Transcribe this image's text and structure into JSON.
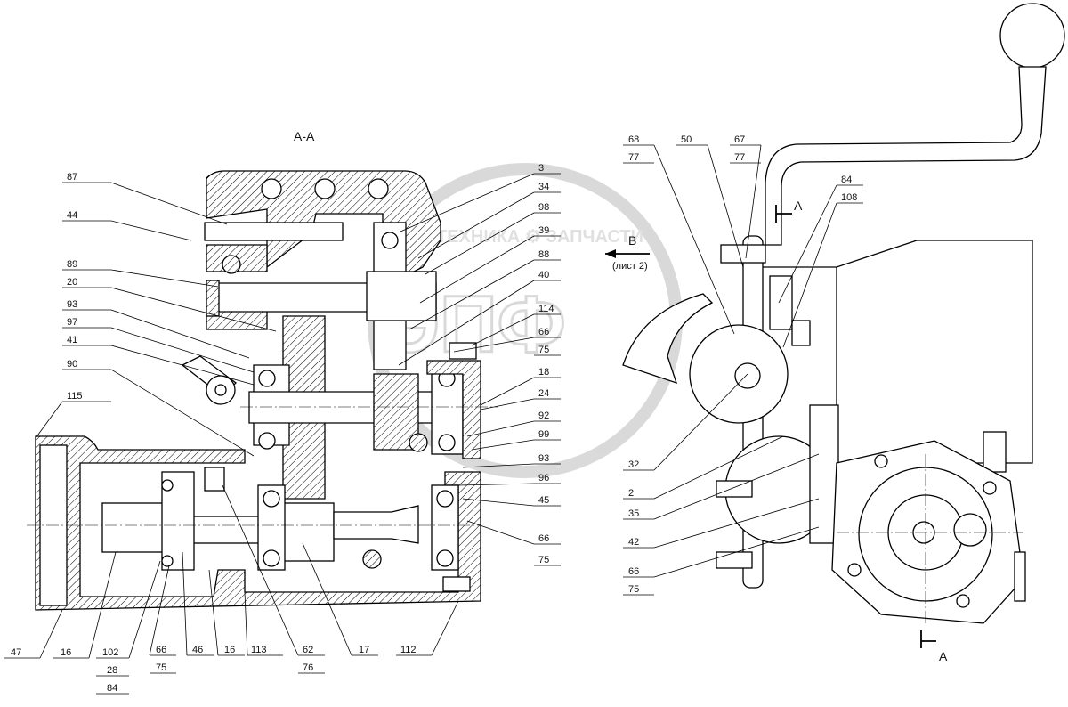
{
  "drawing": {
    "section_title": "A-A",
    "view_label": "B",
    "view_ref": "(лист 2)",
    "section_mark": "A",
    "watermark_text": "ТЕХНИКА ⚙ ЗАПЧАСТИ",
    "watermark_logo": "ЭПФ"
  },
  "leaders_left": [
    {
      "n": "87"
    },
    {
      "n": "44"
    },
    {
      "n": "89"
    },
    {
      "n": "20"
    },
    {
      "n": "93"
    },
    {
      "n": "97"
    },
    {
      "n": "41"
    },
    {
      "n": "90"
    },
    {
      "n": "115"
    },
    {
      "n": "3"
    },
    {
      "n": "34"
    },
    {
      "n": "98"
    },
    {
      "n": "39"
    },
    {
      "n": "88"
    },
    {
      "n": "40"
    },
    {
      "n": "114"
    },
    {
      "n": "66"
    },
    {
      "n": "75"
    },
    {
      "n": "18"
    },
    {
      "n": "24"
    },
    {
      "n": "92"
    },
    {
      "n": "99"
    },
    {
      "n": "93"
    },
    {
      "n": "96"
    },
    {
      "n": "45"
    },
    {
      "n": "66"
    },
    {
      "n": "75"
    }
  ],
  "leaders_bottom": [
    {
      "n": "47"
    },
    {
      "n": "16"
    },
    {
      "n": "102"
    },
    {
      "n": "28"
    },
    {
      "n": "84"
    },
    {
      "n": "66"
    },
    {
      "n": "75"
    },
    {
      "n": "46"
    },
    {
      "n": "16"
    },
    {
      "n": "113"
    },
    {
      "n": "62"
    },
    {
      "n": "76"
    },
    {
      "n": "17"
    },
    {
      "n": "112"
    }
  ],
  "leaders_right": [
    {
      "n": "68"
    },
    {
      "n": "77"
    },
    {
      "n": "50"
    },
    {
      "n": "67"
    },
    {
      "n": "77"
    },
    {
      "n": "84"
    },
    {
      "n": "108"
    },
    {
      "n": "32"
    },
    {
      "n": "2"
    },
    {
      "n": "35"
    },
    {
      "n": "42"
    },
    {
      "n": "66"
    },
    {
      "n": "75"
    }
  ]
}
